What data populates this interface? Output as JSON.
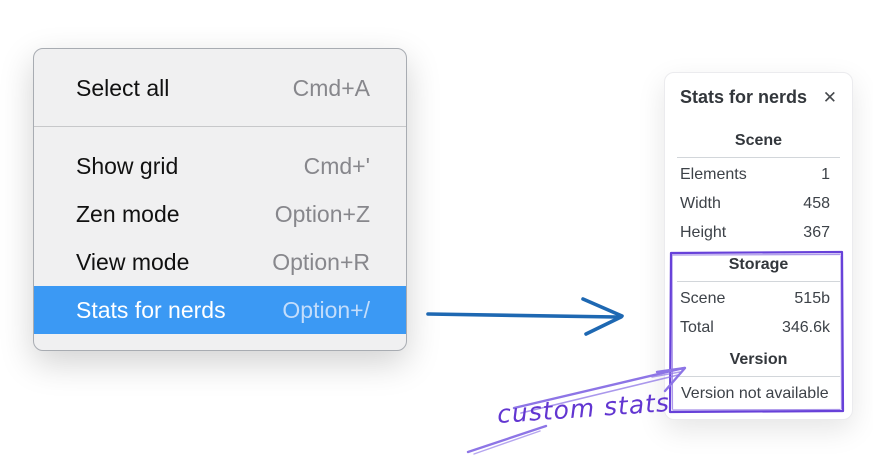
{
  "context_menu": {
    "groups": [
      {
        "items": [
          {
            "label": "Select all",
            "shortcut": "Cmd+A",
            "selected": false
          }
        ]
      },
      {
        "items": [
          {
            "label": "Show grid",
            "shortcut": "Cmd+'",
            "selected": false
          },
          {
            "label": "Zen mode",
            "shortcut": "Option+Z",
            "selected": false
          },
          {
            "label": "View mode",
            "shortcut": "Option+R",
            "selected": false
          },
          {
            "label": "Stats for nerds",
            "shortcut": "Option+/",
            "selected": true
          }
        ]
      }
    ]
  },
  "stats_panel": {
    "title": "Stats for nerds",
    "close_icon": "✕",
    "sections": [
      {
        "heading": "Scene",
        "rows": [
          {
            "label": "Elements",
            "value": "1"
          },
          {
            "label": "Width",
            "value": "458"
          },
          {
            "label": "Height",
            "value": "367"
          }
        ]
      },
      {
        "heading": "Storage",
        "rows": [
          {
            "label": "Scene",
            "value": "515b"
          },
          {
            "label": "Total",
            "value": "346.6k"
          }
        ]
      },
      {
        "heading": "Version",
        "rows": [],
        "note": "Version not available"
      }
    ]
  },
  "annotation": {
    "label": "custom stats"
  },
  "colors": {
    "menu_highlight": "#3b99f4",
    "menu_background": "#f0f0f1",
    "blue_arrow": "#1e68b2",
    "annotation_purple": "#6741d9",
    "annotation_arrow_purple": "#8d75e6"
  }
}
